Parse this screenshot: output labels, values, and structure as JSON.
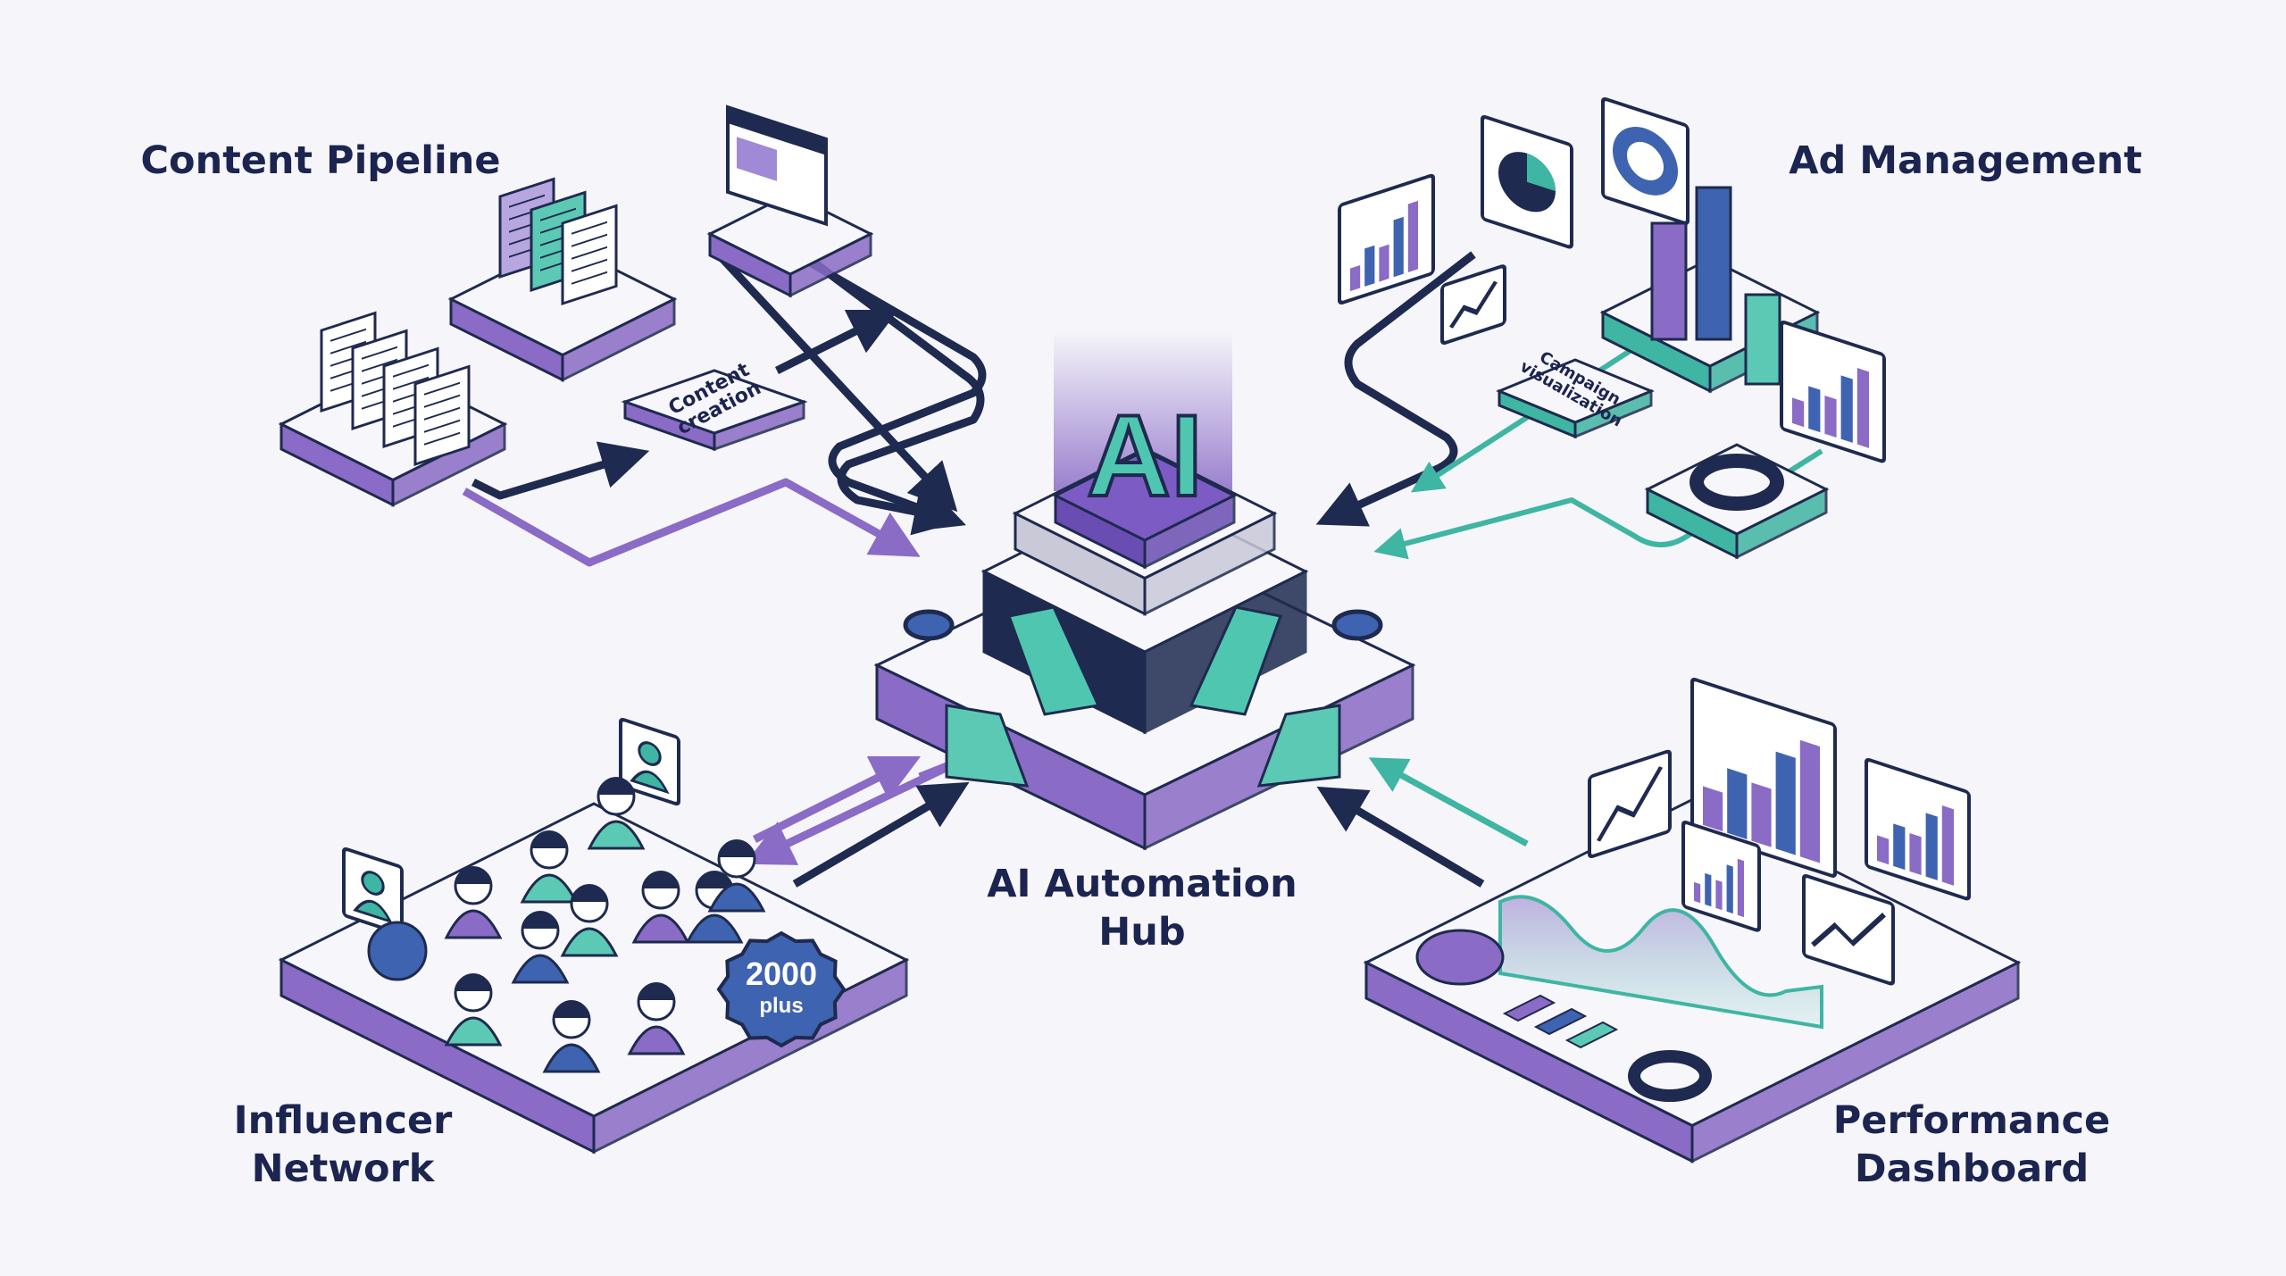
{
  "title_labels": {
    "content_pipeline": "Content Pipeline",
    "ad_management": "Ad Management",
    "hub_line1": "AI Automation",
    "hub_line2": "Hub",
    "influencer_line1": "Influencer",
    "influencer_line2": "Network",
    "performance_line1": "Performance",
    "performance_line2": "Dashboard"
  },
  "hub": {
    "logo_text": "AI"
  },
  "tags": {
    "content_creation_line1": "Content",
    "content_creation_line2": "creation",
    "campaign_line1": "Campaign",
    "campaign_line2": "visualization"
  },
  "badge": {
    "number": "2000",
    "suffix": "plus"
  },
  "colors": {
    "navy": "#1e2a4f",
    "purple": "#8a6bc6",
    "teal": "#3fb5a3",
    "blue": "#3e63b0",
    "platform_top": "#f7f7fb",
    "background": "#f6f6fa"
  }
}
